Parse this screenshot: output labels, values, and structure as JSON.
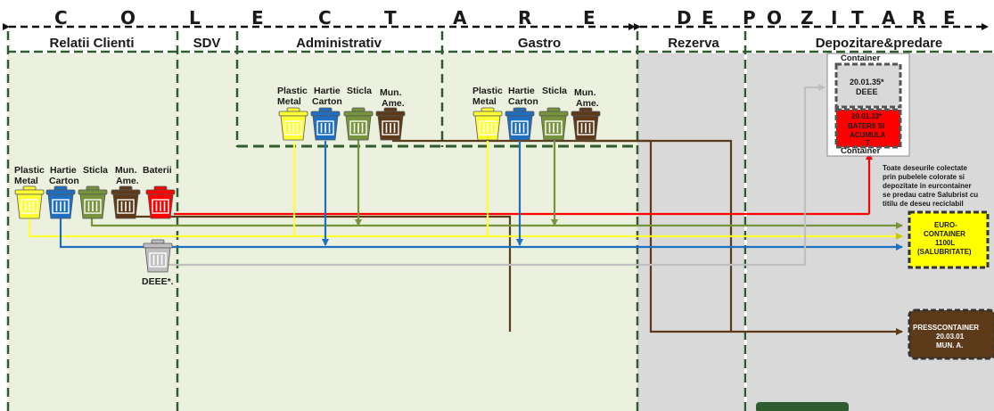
{
  "phases": {
    "colectare": [
      "C",
      "O",
      "L",
      "E",
      "C",
      "T",
      "A",
      "R",
      "E"
    ],
    "depozitare": [
      "D",
      "E",
      "P",
      "O",
      "Z",
      "I",
      "T",
      "A",
      "R",
      "E"
    ]
  },
  "sections": {
    "relatii": "Relatii Clienti",
    "sdv": "SDV",
    "administrativ": "Administrativ",
    "gastro": "Gastro",
    "rezerva": "Rezerva",
    "depozitare": "Depozitare&predare"
  },
  "labels": {
    "plastic": "Plastic",
    "metal": "Metal",
    "hartie": "Hartie",
    "carton": "Carton",
    "sticla": "Sticla",
    "mun": "Mun.",
    "ame": "Ame.",
    "baterii": "Baterii",
    "deee": "DEEE*."
  },
  "containers": {
    "top_label": "Container",
    "bottom_label": "Container",
    "deee_code": "20.01.35*",
    "deee_name": "DEEE",
    "baterii_code": "20.01.33*",
    "baterii_name": "BATERII SI",
    "baterii_name2": "ACUMULA",
    "baterii_name3": "T",
    "euro_line1": "EURO-",
    "euro_line2": "CONTAINER",
    "euro_line3": "1100L",
    "euro_line4": "(SALUBRITATE)",
    "press_line1": "PRESSCONTAINER",
    "press_line2": "20.03.01",
    "press_line3": "MUN. A."
  },
  "note_lines": [
    "Toate deseurile colectate",
    "prin pubelele colorate si",
    "depozitate in eurcontainer",
    "se predau catre Salubrist cu",
    "titilu de deseu reciclabil"
  ],
  "colors": {
    "yellow": "#ffff33",
    "blue": "#1f6fc0",
    "green": "#77933c",
    "brown": "#5c3a1a",
    "red": "#ff0000",
    "gray": "#bfbfbf",
    "green_bg": "#ebf1de",
    "gray_bg": "#d9d9d9"
  },
  "icons": [
    "trash-bin-icon"
  ]
}
